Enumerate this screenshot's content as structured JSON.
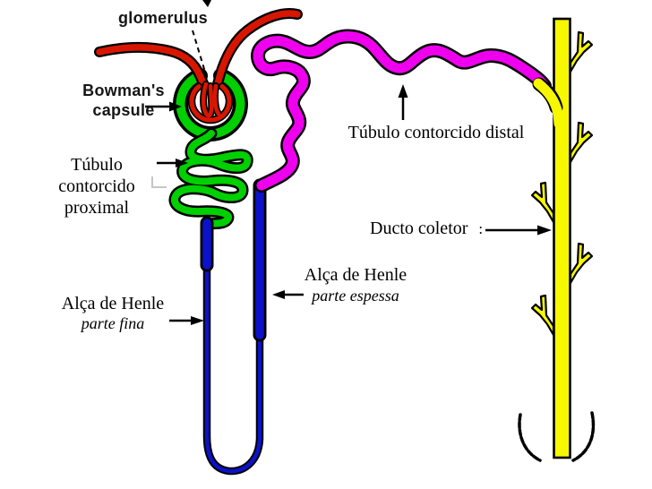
{
  "diagram": {
    "title": "Nephron diagram (kidney tubule) with Portuguese labels",
    "labels": {
      "glomerulus": "glomerulus",
      "bowmans_line1": "Bowman's",
      "bowmans_line2": "capsule",
      "proximal_line1": "Túbulo",
      "proximal_line2": "contorcido",
      "proximal_line3": "proximal",
      "distal": "Túbulo contorcido distal",
      "ducto": "Ducto coletor",
      "ducto_punct": ":",
      "henle_espessa_line1": "Alça de Henle",
      "henle_espessa_line2": "parte espessa",
      "henle_fina_line1": "Alça de Henle",
      "henle_fina_line2": "parte fina"
    },
    "colors": {
      "red": "#d81600",
      "green": "#00cf00",
      "magenta": "#ee00ee",
      "blue": "#0b12c9",
      "yellow": "#f7f700",
      "outline": "#000000",
      "background": "#ffffff",
      "text": "#000000"
    },
    "structures": [
      {
        "name": "glomerulus",
        "color": "#d81600"
      },
      {
        "name": "bowmans-capsule",
        "color": "#00cf00"
      },
      {
        "name": "tubulo-contorcido-proximal",
        "color": "#00cf00"
      },
      {
        "name": "tubulo-contorcido-distal",
        "color": "#ee00ee"
      },
      {
        "name": "alca-de-henle-parte-fina",
        "color": "#0b12c9"
      },
      {
        "name": "alca-de-henle-parte-espessa",
        "color": "#0b12c9"
      },
      {
        "name": "ducto-coletor",
        "color": "#f7f700"
      }
    ]
  }
}
